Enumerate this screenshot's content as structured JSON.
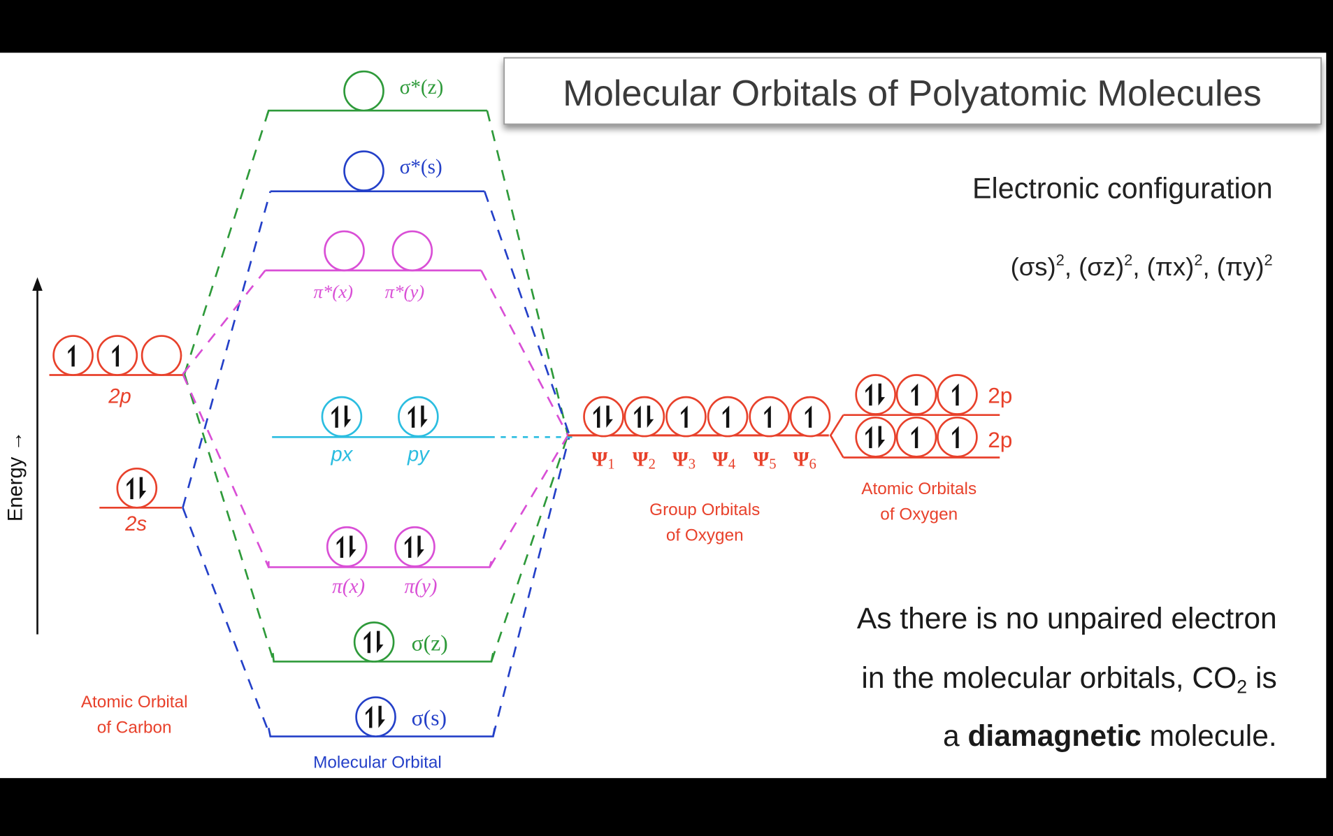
{
  "title": "Molecular Orbitals of Polyatomic Molecules",
  "axis": {
    "label": "Energy →"
  },
  "colors": {
    "carbon": "#e8412b",
    "sigma_z": "#2e9a3a",
    "sigma_s": "#2440c8",
    "pi": "#d94fd6",
    "nonbonding": "#2bbde0",
    "text": "#222222"
  },
  "carbon": {
    "caption_line1": "Atomic Orbital",
    "caption_line2": "of Carbon",
    "levels": [
      {
        "label": "2p",
        "electrons": [
          "up",
          "up",
          "empty"
        ]
      },
      {
        "label": "2s",
        "electrons": [
          "pair"
        ]
      }
    ]
  },
  "molecular_orbitals": {
    "caption": "Molecular Orbital",
    "levels": [
      {
        "id": "sigma_star_z",
        "label": "σ*(z)",
        "electrons": [
          "empty"
        ]
      },
      {
        "id": "sigma_star_s",
        "label": "σ*(s)",
        "electrons": [
          "empty"
        ]
      },
      {
        "id": "pi_star",
        "labels": [
          "π*(x)",
          "π*(y)"
        ],
        "electrons": [
          "empty",
          "empty"
        ]
      },
      {
        "id": "nonbonding",
        "labels": [
          "px",
          "py"
        ],
        "electrons": [
          "pair",
          "pair"
        ]
      },
      {
        "id": "pi",
        "labels": [
          "π(x)",
          "π(y)"
        ],
        "electrons": [
          "pair",
          "pair"
        ]
      },
      {
        "id": "sigma_z",
        "label": "σ(z)",
        "electrons": [
          "pair"
        ]
      },
      {
        "id": "sigma_s",
        "label": "σ(s)",
        "electrons": [
          "pair"
        ]
      }
    ]
  },
  "group_orbitals": {
    "caption_line1": "Group Orbitals",
    "caption_line2": "of Oxygen",
    "labels": [
      "Ψ",
      "Ψ",
      "Ψ",
      "Ψ",
      "Ψ",
      "Ψ"
    ],
    "subscripts": [
      "1",
      "2",
      "3",
      "4",
      "5",
      "6"
    ],
    "electrons": [
      "pair",
      "pair",
      "up",
      "up",
      "up",
      "up"
    ]
  },
  "oxygen": {
    "caption_line1": "Atomic Orbitals",
    "caption_line2": "of Oxygen",
    "levels": [
      {
        "label": "2p",
        "electrons": [
          "pair",
          "up",
          "up"
        ]
      },
      {
        "label": "2p",
        "electrons": [
          "pair",
          "up",
          "up"
        ]
      }
    ]
  },
  "electronic_configuration": {
    "heading": "Electronic configuration",
    "terms": [
      "(σs)",
      "(σz)",
      "(πx)",
      "(πy)"
    ],
    "exponent": "2",
    "separator": ", "
  },
  "conclusion": {
    "line1": "As there is no unpaired electron",
    "line2_pre": "in the molecular orbitals, CO",
    "line2_sub": "2",
    "line2_post": " is",
    "line3_pre": "a ",
    "line3_bold": "diamagnetic",
    "line3_post": " molecule."
  }
}
